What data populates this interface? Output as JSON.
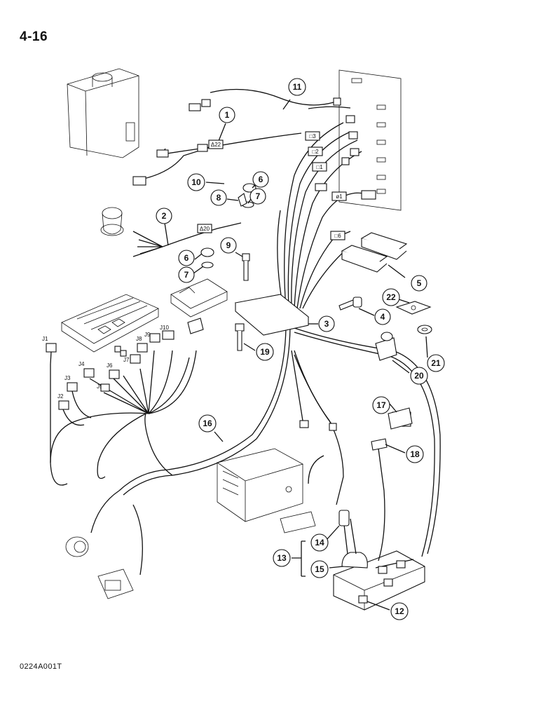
{
  "page_number": "4-16",
  "figure_code": "0224A001T",
  "callouts": [
    "1",
    "2",
    "3",
    "4",
    "5",
    "6",
    "6",
    "7",
    "7",
    "8",
    "9",
    "10",
    "11",
    "12",
    "13",
    "14",
    "15",
    "16",
    "17",
    "18",
    "19",
    "20",
    "21",
    "22"
  ],
  "wire_tags": [
    "Δ22",
    "Δ20",
    "□3",
    "□2",
    "□1",
    "ø1",
    "□6"
  ],
  "connector_labels": [
    "J1",
    "J2",
    "J3",
    "J4",
    "J5",
    "J6",
    "J7",
    "J8",
    "J9",
    "J10"
  ]
}
